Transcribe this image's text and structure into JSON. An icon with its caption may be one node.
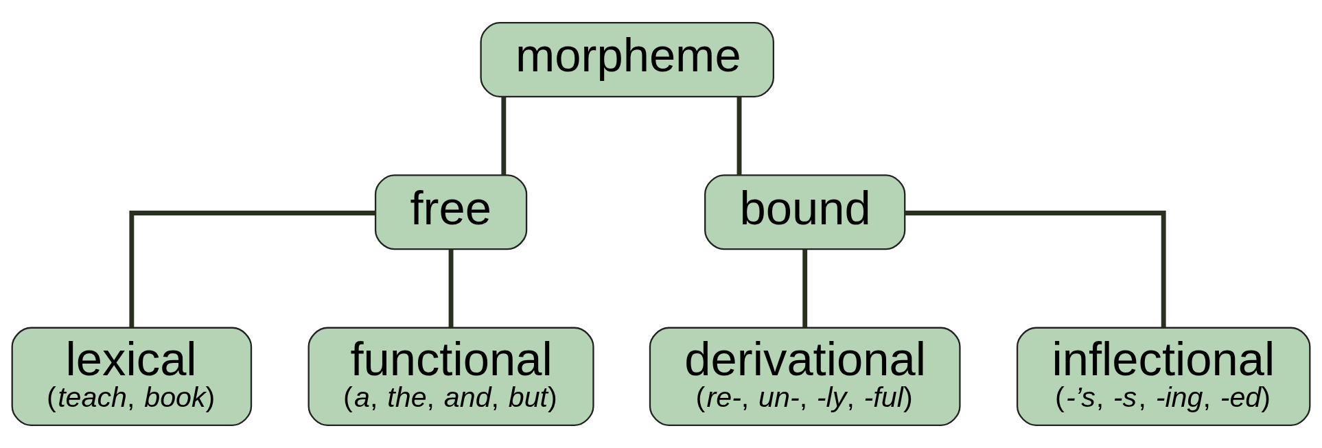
{
  "diagram": {
    "nodes": [
      {
        "text": [
          "morpheme"
        ]
      },
      {
        "text": [
          "free"
        ]
      },
      {
        "text": [
          "bound"
        ]
      },
      {
        "text": [
          "lexical",
          "(*teach*, *book*)"
        ]
      },
      {
        "text": [
          "functional",
          "(*a*, *the*, *and*, *but*)"
        ]
      },
      {
        "text": [
          "derivational",
          "(*re-*, *un-*, *-ly*, *-ful*)"
        ]
      },
      {
        "text": [
          "inflectional",
          "(*-’s*, *-s*, *-ing*, *-ed*)"
        ]
      }
    ],
    "edges": [
      {
        "from": 0,
        "to": 1,
        "arrow": "none"
      },
      {
        "from": 0,
        "to": 2,
        "arrow": "none"
      },
      {
        "from": 1,
        "to": 3,
        "arrow": "none"
      },
      {
        "from": 1,
        "to": 4,
        "arrow": "none"
      },
      {
        "from": 2,
        "to": 5,
        "arrow": "none"
      },
      {
        "from": 2,
        "to": 6,
        "arrow": "none"
      }
    ]
  }
}
